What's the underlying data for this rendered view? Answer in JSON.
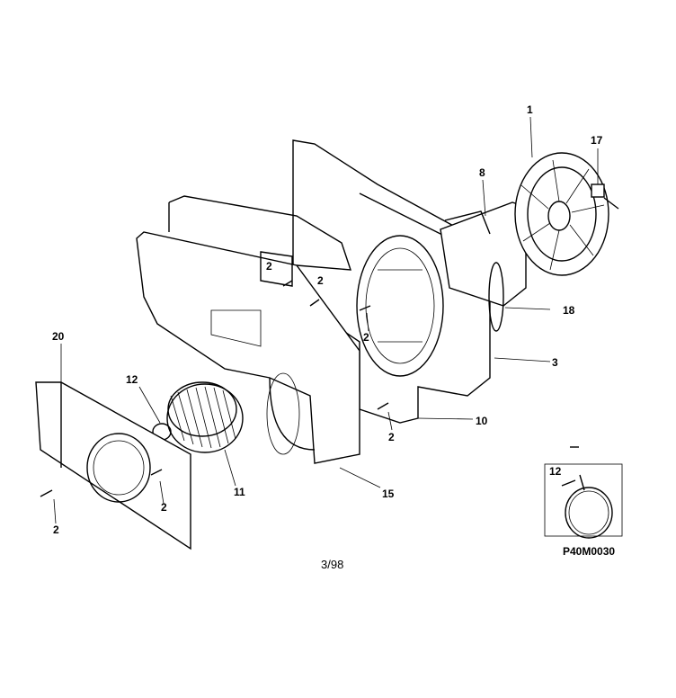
{
  "labels": {
    "l1": "1",
    "l17": "17",
    "l8": "8",
    "l18": "18",
    "l3": "3",
    "l10": "10",
    "l15": "15",
    "l11": "11",
    "l20": "20",
    "l12": "12",
    "l12_inset": "12",
    "l2_a": "2",
    "l2_b": "2",
    "l2_c": "2",
    "l2_d": "2",
    "l2_e": "2",
    "l2_f": "2"
  },
  "footer": {
    "date": "3/98",
    "code": "P40M0030"
  }
}
